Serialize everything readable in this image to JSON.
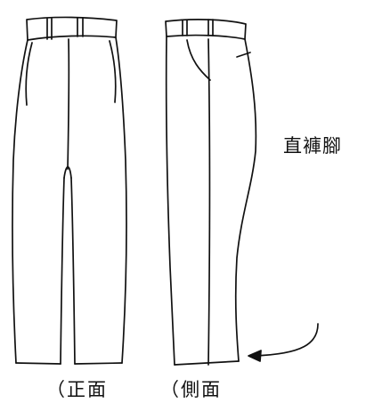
{
  "labels": {
    "front": "（正面",
    "side": "（側面",
    "note": "直褲腳"
  },
  "colors": {
    "ink": "#111111",
    "paper": "#ffffff"
  },
  "icons": {
    "pointer": "curved-arrow-icon"
  }
}
